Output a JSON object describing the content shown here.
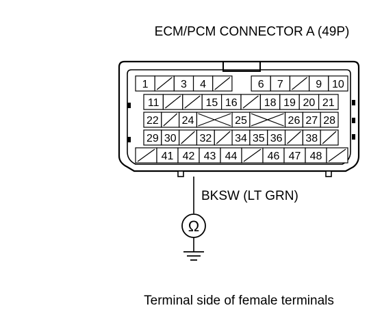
{
  "title": "ECM/PCM CONNECTOR A (49P)",
  "wire_label": "BKSW (LT GRN)",
  "meter_symbol": "Ω",
  "caption": "Terminal side of female terminals",
  "connector": {
    "rows": [
      [
        "1",
        "/",
        "3",
        "4",
        "/",
        "",
        "6",
        "7",
        "/",
        "9",
        "10"
      ],
      [
        "11",
        "/",
        "/",
        "15",
        "16",
        "/",
        "18",
        "19",
        "20",
        "21"
      ],
      [
        "22",
        "/",
        "24",
        "X",
        "",
        "25",
        "X",
        "",
        "26",
        "27",
        "28"
      ],
      [
        "29",
        "30",
        "/",
        "32",
        "/",
        "34",
        "35",
        "36",
        "/",
        "38",
        "/"
      ],
      [
        "/",
        "41",
        "42",
        "43",
        "44",
        "/",
        "46",
        "47",
        "48",
        "/"
      ]
    ],
    "probed_terminal": "42"
  },
  "icons": {
    "meter": "ohmmeter-icon",
    "ground": "ground-icon"
  }
}
